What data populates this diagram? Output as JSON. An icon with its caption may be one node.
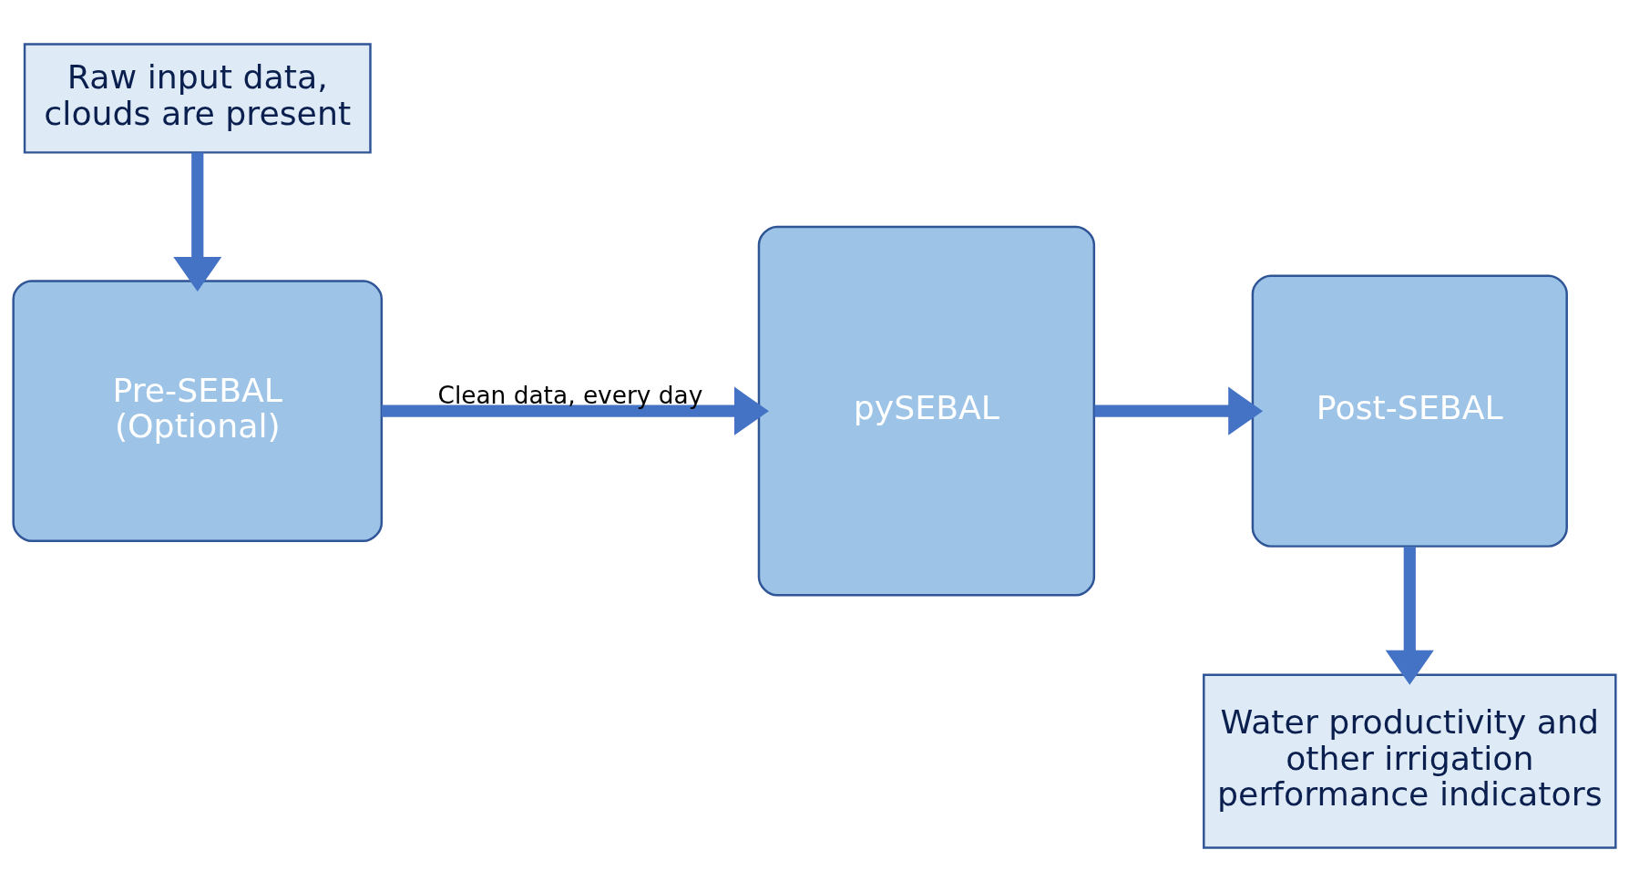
{
  "diagram": {
    "nodes": [
      {
        "text": [
          "Raw input data, clouds are present"
        ]
      },
      {
        "text": [
          "Pre-SEBAL (Optional)"
        ]
      },
      {
        "text": [
          "pySEBAL"
        ]
      },
      {
        "text": [
          "Post-SEBAL"
        ]
      },
      {
        "text": [
          "Water productivity and other irrigation performance indicators"
        ]
      }
    ],
    "edges": [
      {
        "from": 0,
        "to": 1,
        "arrow": "to"
      },
      {
        "from": 1,
        "to": 2,
        "arrow": "to",
        "label": "Clean data, every day"
      },
      {
        "from": 2,
        "to": 3,
        "arrow": "to"
      },
      {
        "from": 3,
        "to": 4,
        "arrow": "to"
      }
    ]
  }
}
